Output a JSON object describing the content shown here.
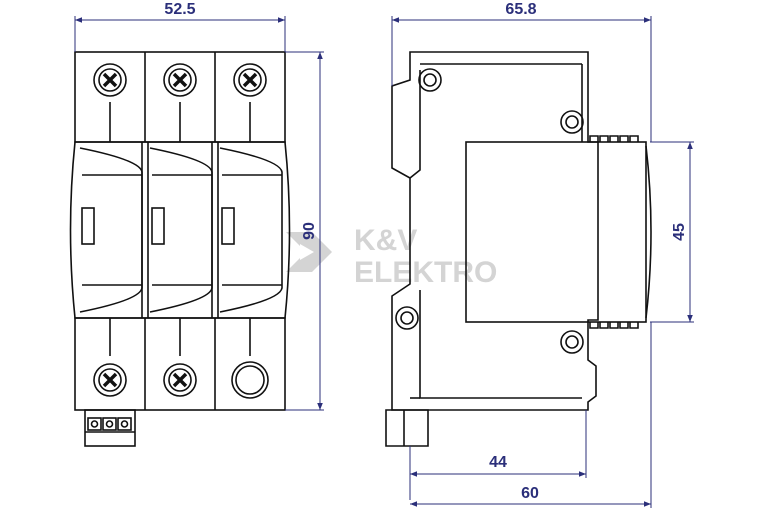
{
  "colors": {
    "outline": "#111111",
    "dimension": "#2b2f7a",
    "background": "#ffffff",
    "watermark": "#d4d4d4"
  },
  "dimensions": {
    "front_width": "52.5",
    "front_height": "90",
    "side_width": "65.8",
    "side_module_height": "45",
    "side_depth_44": "44",
    "side_depth_60": "60"
  },
  "watermark": {
    "line1": "K&V",
    "line2": "ELEKTRO"
  },
  "icons": {
    "terminal_screw": "cross-screw-icon",
    "indicator": "status-window-icon",
    "remote_contact": "terminal-block-icon",
    "logo": "kv-logo-icon"
  }
}
